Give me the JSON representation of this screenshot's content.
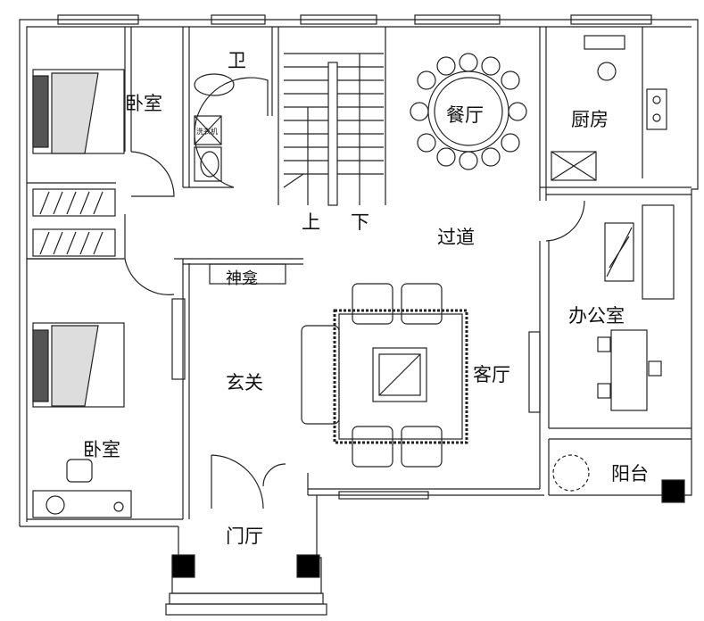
{
  "rooms": {
    "bedroom_top": "卧室",
    "bathroom": "卫",
    "washer": "洗衣机",
    "dining": "餐厅",
    "kitchen": "厨房",
    "stair_up": "上",
    "stair_down": "下",
    "corridor": "过道",
    "shrine": "神龛",
    "office": "办公室",
    "foyer": "玄关",
    "living": "客厅",
    "bedroom_bottom": "卧室",
    "balcony": "阳台",
    "entrance_hall": "门厅"
  },
  "colors": {
    "line": "#222222",
    "fill": "#ffffff"
  }
}
